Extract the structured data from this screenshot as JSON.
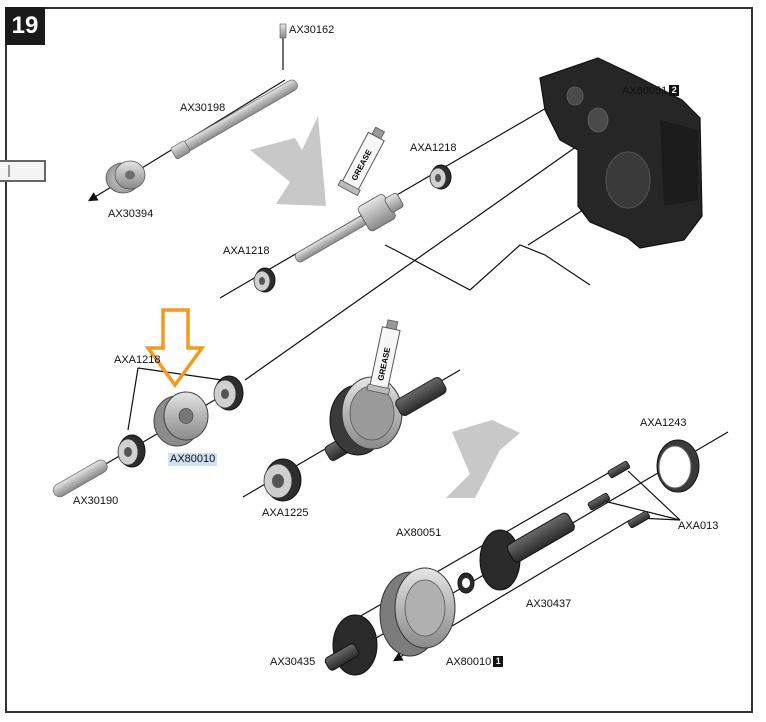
{
  "step": {
    "number": "19"
  },
  "grease_label": "GREASE",
  "colors": {
    "highlight_arrow": "#f39a1e",
    "highlight_label": "#cfe1f3",
    "direction_arrow": "#c8c8c8",
    "part_dark": "#2a2a2a"
  },
  "labels": {
    "ax30162": "AX30162",
    "ax30198": "AX30198",
    "ax30394": "AX30394",
    "ax80051_top": "AX80051",
    "ax80051_top_ref": "2",
    "axa1218_a": "AXA1218",
    "axa1218_b": "AXA1218",
    "axa1218_c": "AXA1218",
    "ax80010_highlighted": "AX80010",
    "ax30190": "AX30190",
    "axa1225": "AXA1225",
    "axa1243": "AXA1243",
    "axa013": "AXA013",
    "ax80051_small": "AX80051",
    "ax30437": "AX30437",
    "ax30435": "AX30435",
    "ax80010_bottom": "AX80010",
    "ax80010_bottom_ref": "1"
  }
}
